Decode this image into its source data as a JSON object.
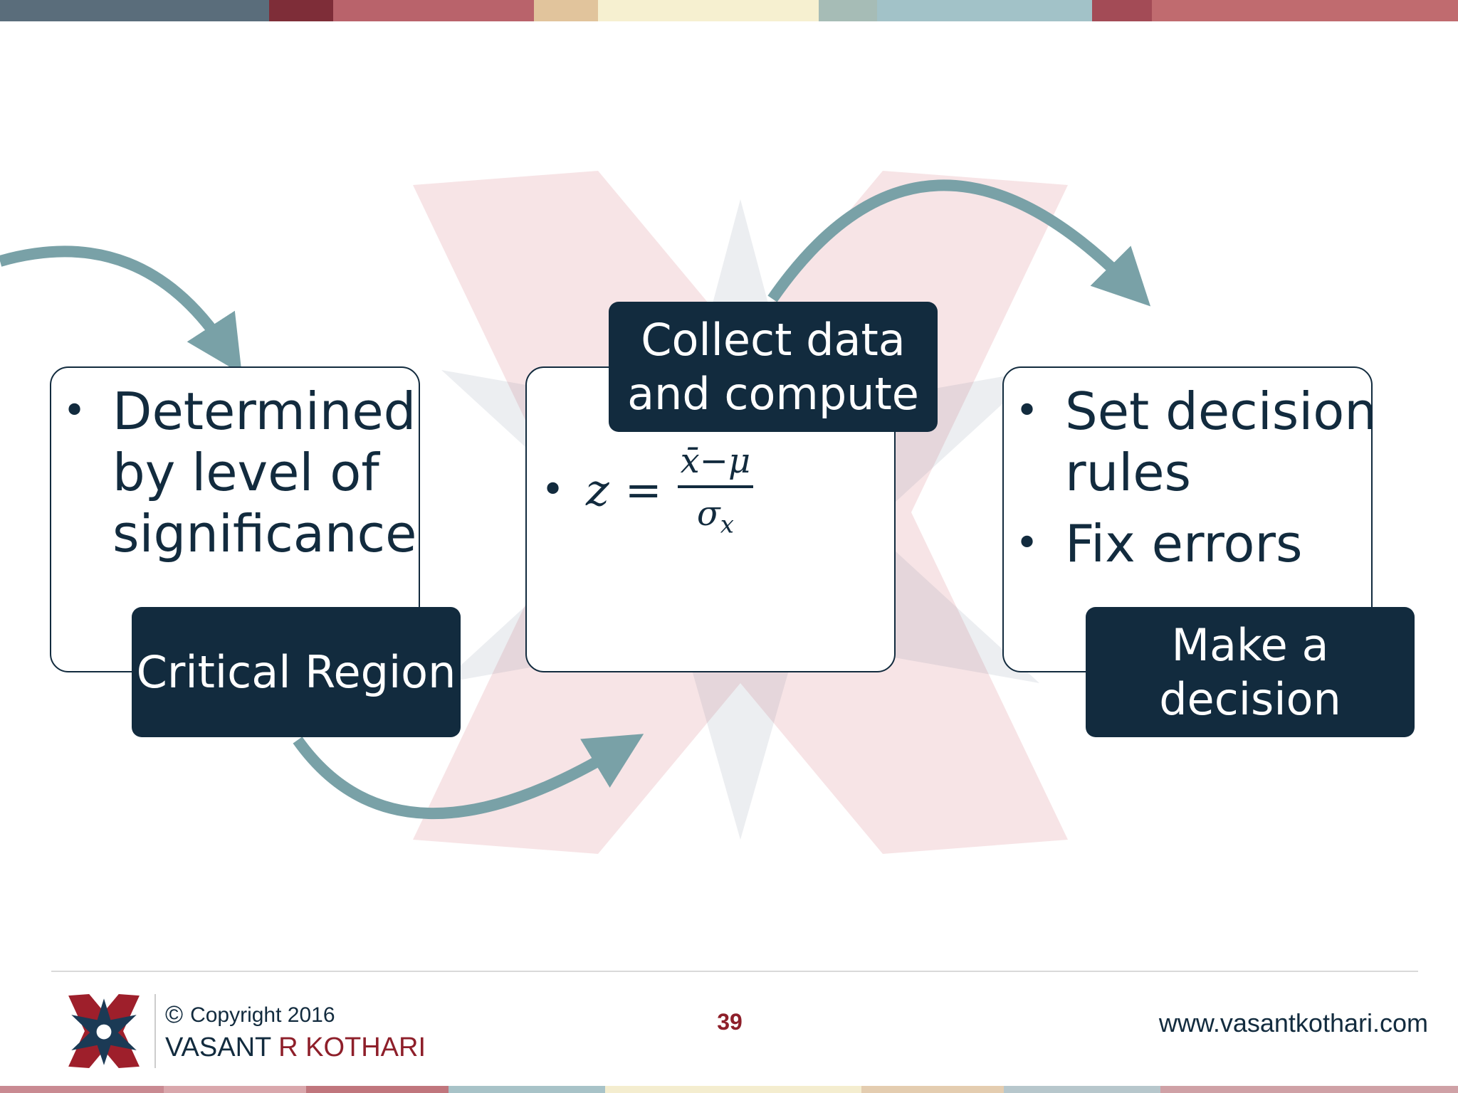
{
  "palette": {
    "navy": "#122b3e",
    "teal_arrow": "#79a1a7",
    "maroon": "#8e1f2a",
    "top_bar": [
      "#5a6d7b",
      "#7e2d38",
      "#b9636b",
      "#e1c49c",
      "#f6f0d0",
      "#a6bcb6",
      "#a2c2c8",
      "#a34b56",
      "#c06b6f"
    ]
  },
  "steps": {
    "critical": {
      "label": "Critical Region",
      "bullets": [
        "Determined by level of significance"
      ]
    },
    "collect": {
      "label": "Collect data\nand compute",
      "formula": {
        "variable": "z",
        "equals": "=",
        "numerator": "x̄−μ",
        "denominator": "σ",
        "denominator_sub": "x"
      }
    },
    "decide": {
      "label": "Make a\ndecision",
      "bullets": [
        "Set decision rules",
        "Fix errors"
      ]
    }
  },
  "footer": {
    "copyright_symbol": "©",
    "copyright": "Copyright 2016",
    "author_first": "VASANT",
    "author_last": "R KOTHARI",
    "page_number": "39",
    "website": "www.vasantkothari.com",
    "logo_icon": "vrk-logo-icon"
  }
}
